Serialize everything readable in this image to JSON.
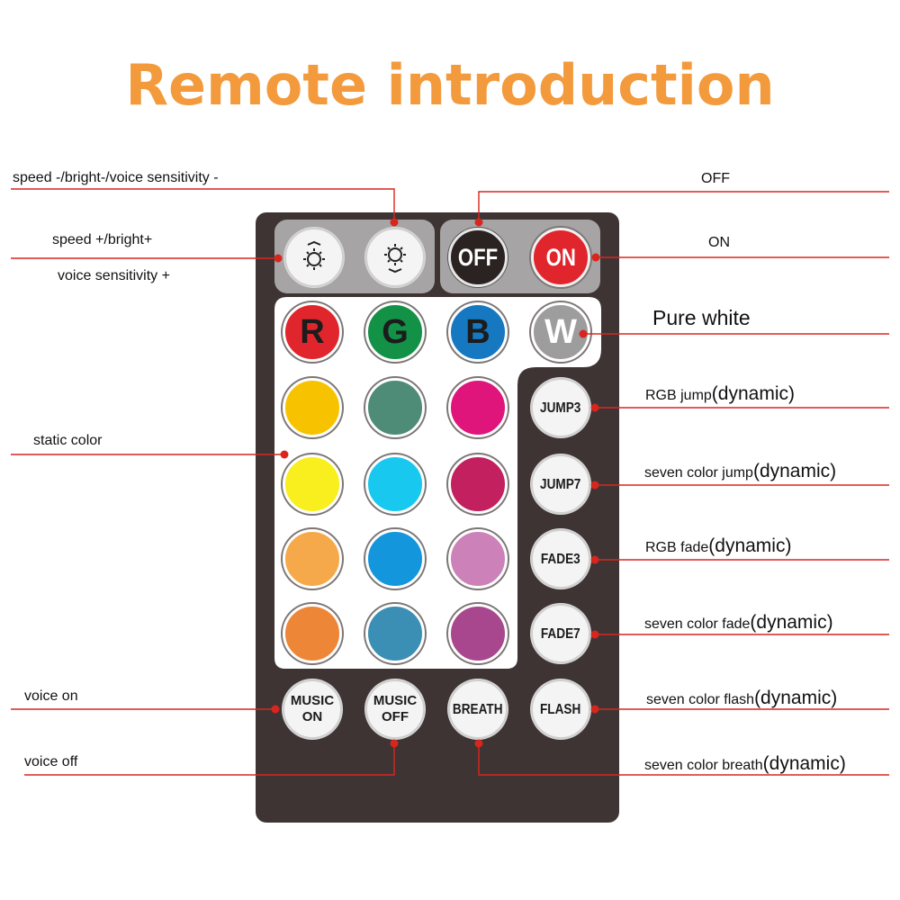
{
  "title": "Remote introduction",
  "colors": {
    "title": "#f39a3d",
    "line": "#d8261e",
    "remote_body": "#3e3433",
    "panel": "#ffffff",
    "top_group": "#a6a4a4"
  },
  "buttons": {
    "speed_down_icon": "sun-down-icon",
    "speed_up_icon": "sun-up-icon",
    "off": "OFF",
    "on": "ON",
    "r": "R",
    "g": "G",
    "b": "B",
    "w": "W",
    "jump3": "JUMP3",
    "jump7": "JUMP7",
    "fade3": "FADE3",
    "fade7": "FADE7",
    "music_on_1": "MUSIC",
    "music_on_2": "ON",
    "music_off_1": "MUSIC",
    "music_off_2": "OFF",
    "breath": "BREATH",
    "flash": "FLASH"
  },
  "button_colors": {
    "r": "#e0252c",
    "g": "#139146",
    "b": "#1578c1",
    "w": "#9d9d9d",
    "on": "#e0252c",
    "static": [
      [
        "#f7c300",
        "#4e8c78",
        "#e0157c"
      ],
      [
        "#f9ee1e",
        "#18c8ef",
        "#c2205e"
      ],
      [
        "#f6a94a",
        "#1496dc",
        "#cc82b8"
      ],
      [
        "#ee8638",
        "#3b8fb4",
        "#a8478d"
      ]
    ]
  },
  "labels": {
    "speed_minus": "speed -/bright-/voice sensitivity -",
    "speed_plus_1": "speed +/bright+",
    "speed_plus_2": "voice sensitivity +",
    "static_color": "static color",
    "voice_on": "voice on",
    "voice_off": "voice off",
    "off": "OFF",
    "on": "ON",
    "pure_white": "Pure white",
    "rgb_jump": "RGB jump",
    "seven_jump": "seven color jump",
    "rgb_fade": "RGB fade",
    "seven_fade": "seven color fade",
    "seven_flash": "seven color flash",
    "seven_breath": "seven color breath",
    "dynamic": "(dynamic)"
  }
}
